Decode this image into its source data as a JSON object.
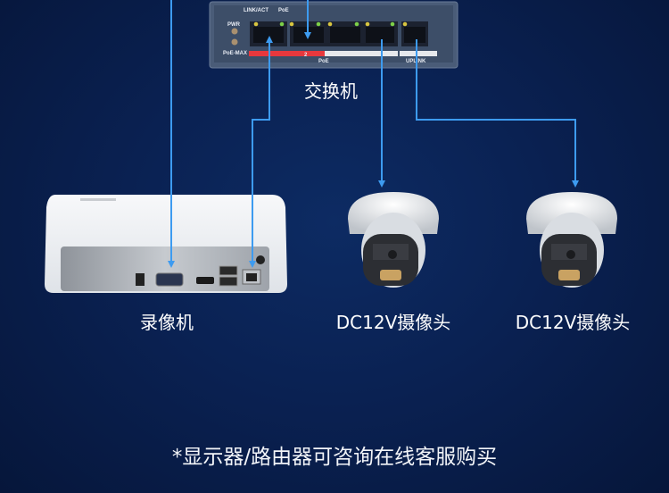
{
  "switch": {
    "label": "交换机",
    "panel_text": {
      "link_act": "LINK/ACT",
      "poe": "PoE",
      "pwr": "PWR",
      "poe_max": "PoE-MAX",
      "poe_bar": "PoE",
      "uplink": "UPLINK",
      "port_num": "2"
    }
  },
  "nvr": {
    "label": "录像机"
  },
  "cameras": [
    {
      "label": "DC12V摄像头"
    },
    {
      "label": "DC12V摄像头"
    }
  ],
  "footnote": "*显示器/路由器可咨询在线客服购买",
  "colors": {
    "line": "#3d9bf0",
    "background": "#0a2152",
    "poe_red": "#e8383d"
  }
}
